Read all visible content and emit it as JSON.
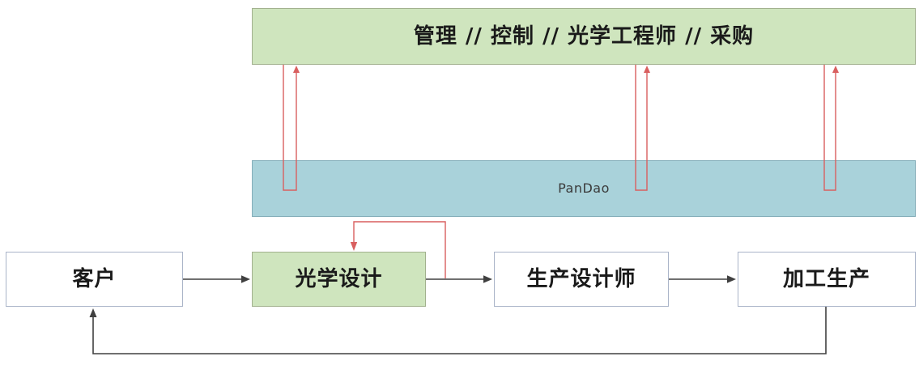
{
  "top_box": {
    "label": "管理 // 控制 // 光学工程师 // 采购"
  },
  "pandao_box": {
    "label": "PanDao"
  },
  "flow_boxes": [
    {
      "label": "客户"
    },
    {
      "label": "光学设计"
    },
    {
      "label": "生产设计师"
    },
    {
      "label": "加工生产"
    }
  ],
  "colors": {
    "green_fill": "#cfe5be",
    "green_border": "#a2b18e",
    "teal_fill": "#a9d2da",
    "teal_border": "#84aeb9",
    "white_fill": "#ffffff",
    "box_border": "#aab4c8",
    "arrow_black": "#404040",
    "arrow_red": "#d95f5f"
  }
}
